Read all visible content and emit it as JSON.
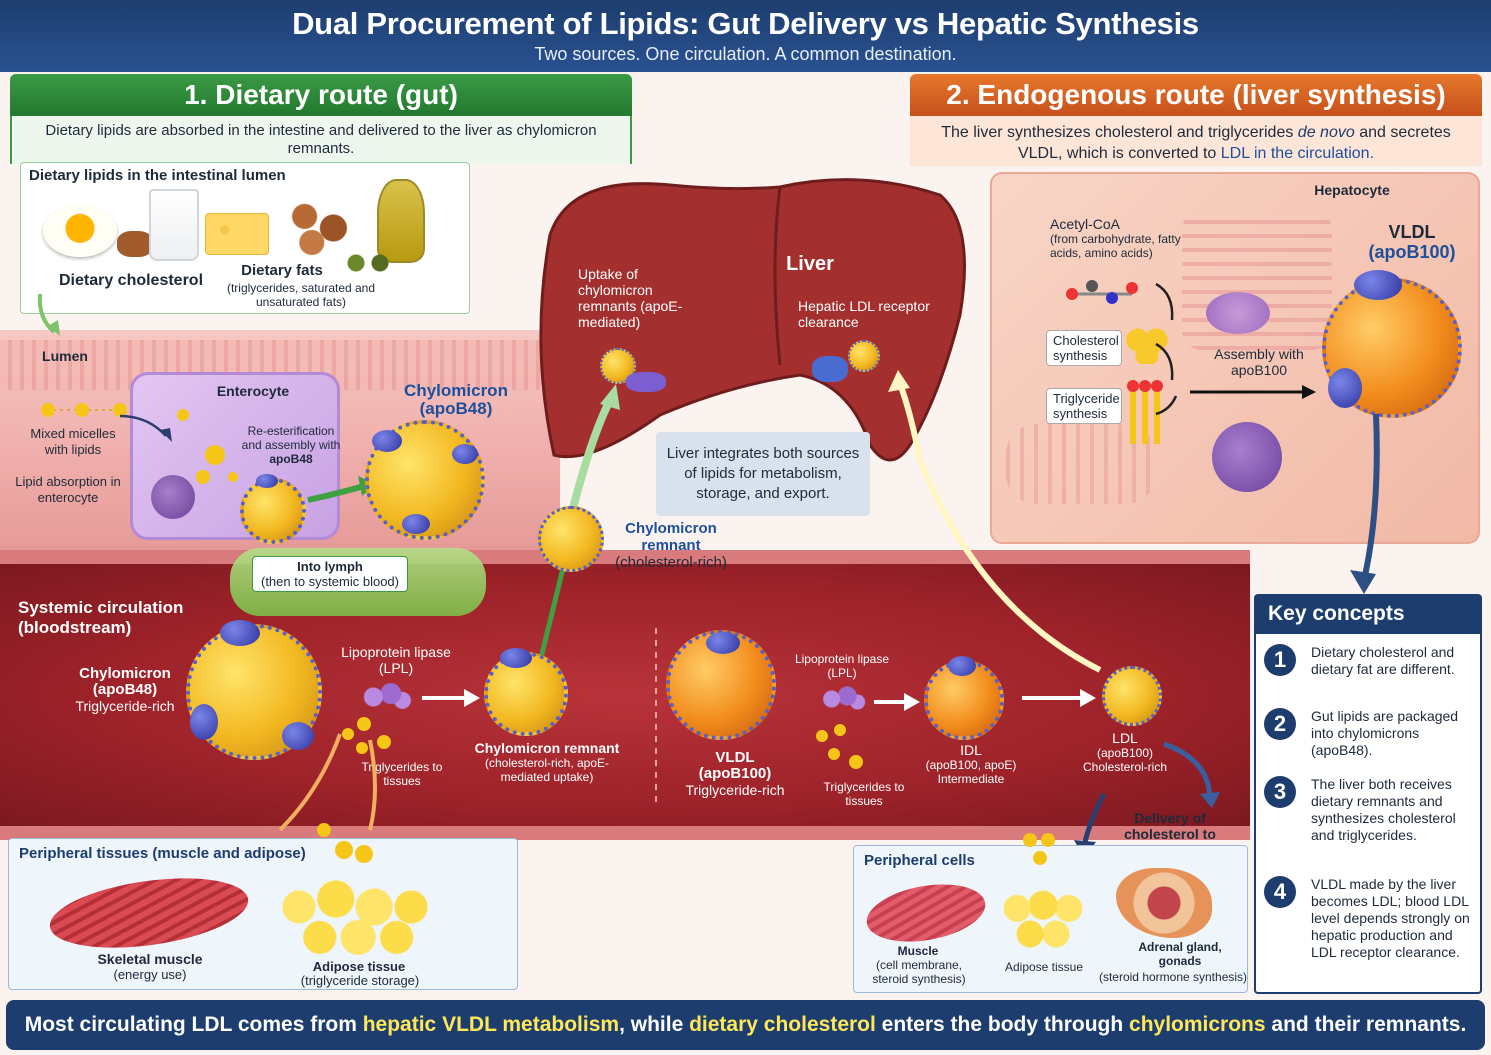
{
  "header": {
    "title": "Dual Procurement of Lipids: Gut Delivery vs Hepatic Synthesis",
    "subtitle": "Two sources. One circulation. A common destination."
  },
  "route1": {
    "title": "1. Dietary route (gut)",
    "description": "Dietary lipids are absorbed in the intestine and delivered to the liver as chylomicron remnants.",
    "diet_box_title": "Dietary lipids in the intestinal lumen",
    "dietary_cholesterol": "Dietary cholesterol",
    "dietary_fats": "Dietary fats",
    "dietary_fats_sub": "(triglycerides, saturated and unsaturated fats)",
    "lumen": "Lumen",
    "enterocyte": "Enterocyte",
    "micelles": "Mixed micelles with lipids",
    "absorption": "Lipid absorption in enterocyte",
    "reester": "Re-esterification and assembly with",
    "reester_apo": "apoB48",
    "chylomicron": "Chylomicron",
    "chylomicron_apo": "(apoB48)",
    "into_lymph": "Into lymph",
    "into_lymph_sub": "(then to systemic blood)"
  },
  "route2": {
    "title": "2. Endogenous route (liver synthesis)",
    "description_a": "The liver synthesizes cholesterol and triglycerides",
    "description_em": "de novo",
    "description_b": "and secretes VLDL, which is converted to",
    "description_c": "LDL in the circulation.",
    "hepatocyte": "Hepatocyte",
    "acetyl": "Acetyl-CoA",
    "acetyl_sub": "(from carbohydrate, fatty acids, amino acids)",
    "chol_synth": "Cholesterol synthesis",
    "tg_synth": "Triglyceride synthesis",
    "assembly": "Assembly with apoB100",
    "vldl": "VLDL",
    "vldl_apo": "(apoB100)"
  },
  "liver": {
    "title": "Liver",
    "uptake": "Uptake of chylomicron remnants (apoE-mediated)",
    "ldl_clear": "Hepatic LDL receptor clearance",
    "integrate": "Liver integrates both sources of lipids for metabolism, storage, and export."
  },
  "circulation": {
    "title": "Systemic circulation (bloodstream)",
    "chylo": "Chylomicron",
    "chylo_apo": "(apoB48)",
    "chylo_sub": "Triglyceride-rich",
    "lpl1": "Lipoprotein lipase (LPL)",
    "tg_tissues1": "Triglycerides to tissues",
    "chylo_remnant": "Chylomicron remnant",
    "chylo_remnant_sub": "(cholesterol-rich, apoE-mediated uptake)",
    "remnant_up": "Chylomicron remnant",
    "remnant_up_sub": "(cholesterol-rich)",
    "vldl": "VLDL",
    "vldl_apo": "(apoB100)",
    "vldl_sub": "Triglyceride-rich",
    "lpl2": "Lipoprotein lipase (LPL)",
    "tg_tissues2": "Triglycerides to tissues",
    "idl": "IDL",
    "idl_apo": "(apoB100, apoE)",
    "idl_sub": "Intermediate",
    "ldl": "LDL",
    "ldl_apo": "(apoB100)",
    "ldl_sub": "Cholesterol-rich",
    "delivery": "Delivery of cholesterol to peripheral cells"
  },
  "periph1": {
    "title": "Peripheral tissues (muscle and adipose)",
    "muscle": "Skeletal muscle",
    "muscle_sub": "(energy use)",
    "adipose": "Adipose tissue",
    "adipose_sub": "(triglyceride storage)"
  },
  "periph2": {
    "title": "Peripheral cells",
    "muscle": "Muscle",
    "muscle_sub": "(cell membrane, steroid synthesis)",
    "adipose": "Adipose tissue",
    "adrenal": "Adrenal gland, gonads",
    "adrenal_sub": "(steroid hormone synthesis)"
  },
  "key": {
    "title": "Key concepts",
    "items": [
      {
        "num": "1",
        "text": "Dietary cholesterol and dietary fat are different."
      },
      {
        "num": "2",
        "text": "Gut lipids are packaged into chylomicrons (apoB48)."
      },
      {
        "num": "3",
        "text": "The liver both receives dietary remnants and synthesizes cholesterol and triglycerides."
      },
      {
        "num": "4",
        "text": "VLDL made by the liver becomes LDL; blood LDL level depends strongly on hepatic production and LDL receptor clearance."
      }
    ]
  },
  "footer": {
    "a": "Most circulating LDL comes from",
    "b": "hepatic VLDL metabolism",
    "c": ", while",
    "d": "dietary cholesterol",
    "e": "enters the body through",
    "f": "chylomicrons",
    "g": "and their remnants."
  },
  "colors": {
    "route1": "#2e8b3a",
    "route2": "#d9641f",
    "navy": "#1d3d6e",
    "blood": "#9d2229"
  }
}
